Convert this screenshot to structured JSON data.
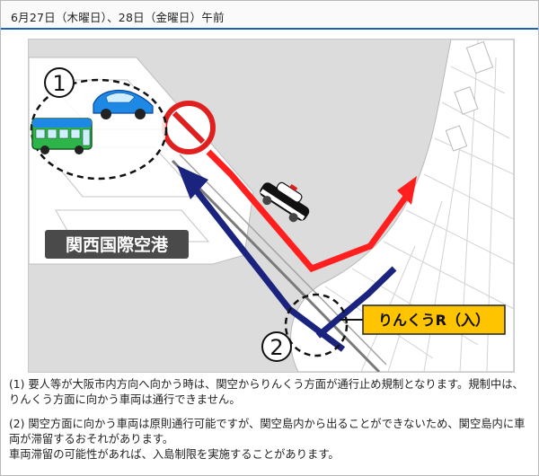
{
  "header": {
    "title": "6月27日（木曜日）、28日（金曜日）午前"
  },
  "map": {
    "airport_label": "関西国際空港",
    "marker_1": "1",
    "marker_2": "2",
    "rinku_label": "りんくうR（入）",
    "colors": {
      "outbound_route": "#ff1f1f",
      "inbound_route": "#1a237e",
      "label_yellow": "#ffc400",
      "water": "#dcdcdc",
      "land": "#ffffff"
    }
  },
  "notes": {
    "p1_line1": "(1) 要人等が大阪市内方向へ向かう時は、関空からりんくう方面が通行止め規制となります。規制中は、",
    "p1_line2": "りんくう方面に向かう車両は通行できません。",
    "p2_line1": "(2) 関空方面に向かう車両は原則通行可能ですが、関空島内から出ることができないため、関空島内に車",
    "p2_line2": "両が滞留するおそれがあります。",
    "p2_line3": "車両滞留の可能性があれば、入島制限を実施することがあります。"
  }
}
